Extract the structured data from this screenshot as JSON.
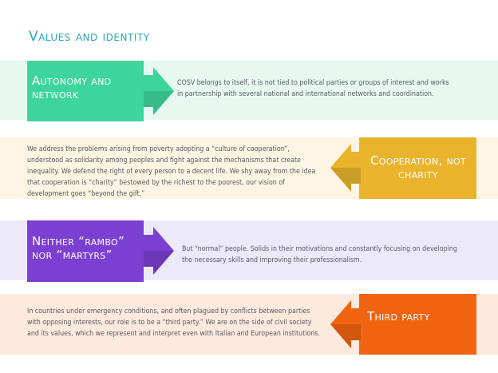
{
  "title": "Values and identity",
  "rows": [
    {
      "heading": "Autonomy and\nnetwork",
      "text": "COSV belongs to itself, it is not tied to political parties or groups of interest and works in partnership with several national and international networks and coordination.",
      "band_color": "#e7f8f1",
      "card_color": "#3ed59c",
      "arrow_direction": "right"
    },
    {
      "heading": "Cooperation, not\ncharity",
      "text": "We address the problems arising from poverty adopting a “culture of cooperation”, understood as solidarity among peoples and fight against the mechanisms that create inequality. We defend the right of every person to a decent life. We shy away from the idea that cooperation is “charity” bestowed by the richest to the poorest, our vision of development goes “beyond the gift.”",
      "band_color": "#fdf4e3",
      "card_color": "#e9b32c",
      "arrow_direction": "left"
    },
    {
      "heading": "Neither “rambo”\nnor “martyrs”",
      "text": "But “normal” people. Solids in their motivations and constantly focusing on developing the necessary skills and improving their professionalism.",
      "band_color": "#ece9fa",
      "card_color": "#7b3fd1",
      "arrow_direction": "right"
    },
    {
      "heading": "Third party",
      "text": "In countries under emergency conditions, and often plagued by conflicts between parties with opposing interests, our role is to be a “third party.” We are on the side of civil society and its values, which we represent and interpret even with Italian and European institutions.",
      "band_color": "#fde9de",
      "card_color": "#f06411",
      "arrow_direction": "left"
    }
  ]
}
